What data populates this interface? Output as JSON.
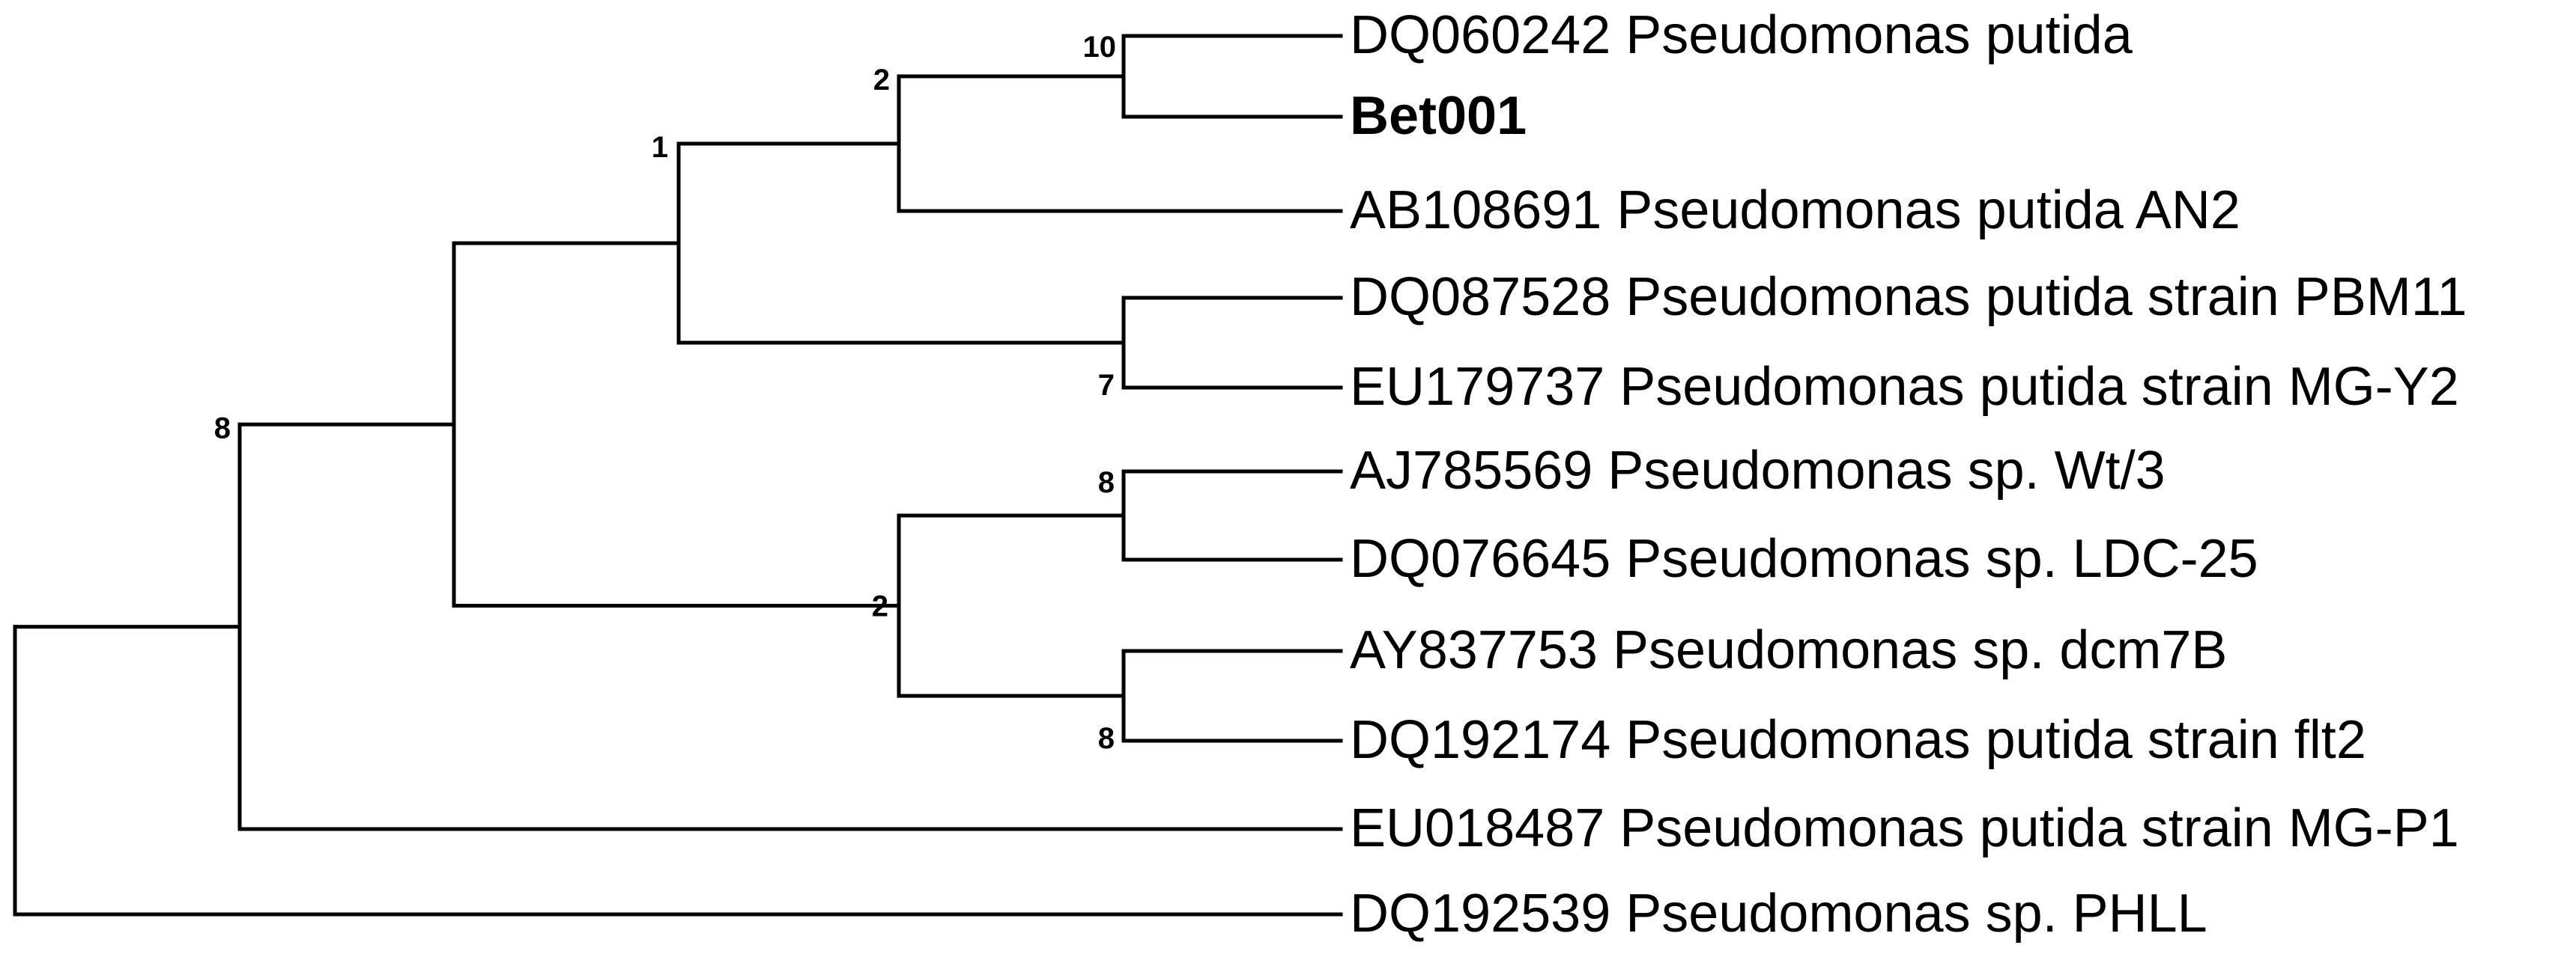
{
  "tree": {
    "leaves": [
      {
        "id": "L1",
        "label": "DQ060242 Pseudomonas putida",
        "bold": false
      },
      {
        "id": "L2",
        "label": "Bet001",
        "bold": true
      },
      {
        "id": "L3",
        "label": "AB108691 Pseudomonas putida AN2",
        "bold": false
      },
      {
        "id": "L4",
        "label": "DQ087528 Pseudomonas putida strain PBM11",
        "bold": false
      },
      {
        "id": "L5",
        "label": "EU179737 Pseudomonas putida strain MG-Y2",
        "bold": false
      },
      {
        "id": "L6",
        "label": "AJ785569 Pseudomonas sp. Wt/3",
        "bold": false
      },
      {
        "id": "L7",
        "label": "DQ076645 Pseudomonas sp. LDC-25",
        "bold": false
      },
      {
        "id": "L8",
        "label": "AY837753 Pseudomonas sp. dcm7B",
        "bold": false
      },
      {
        "id": "L9",
        "label": "DQ192174 Pseudomonas putida strain flt2",
        "bold": false
      },
      {
        "id": "L10",
        "label": "EU018487 Pseudomonas putida strain MG-P1",
        "bold": false
      },
      {
        "id": "L11",
        "label": "DQ192539 Pseudomonas sp. PHLL",
        "bold": false
      }
    ],
    "support_values": [
      "10",
      "2",
      "1",
      "7",
      "8",
      "8",
      "2",
      "8"
    ]
  }
}
